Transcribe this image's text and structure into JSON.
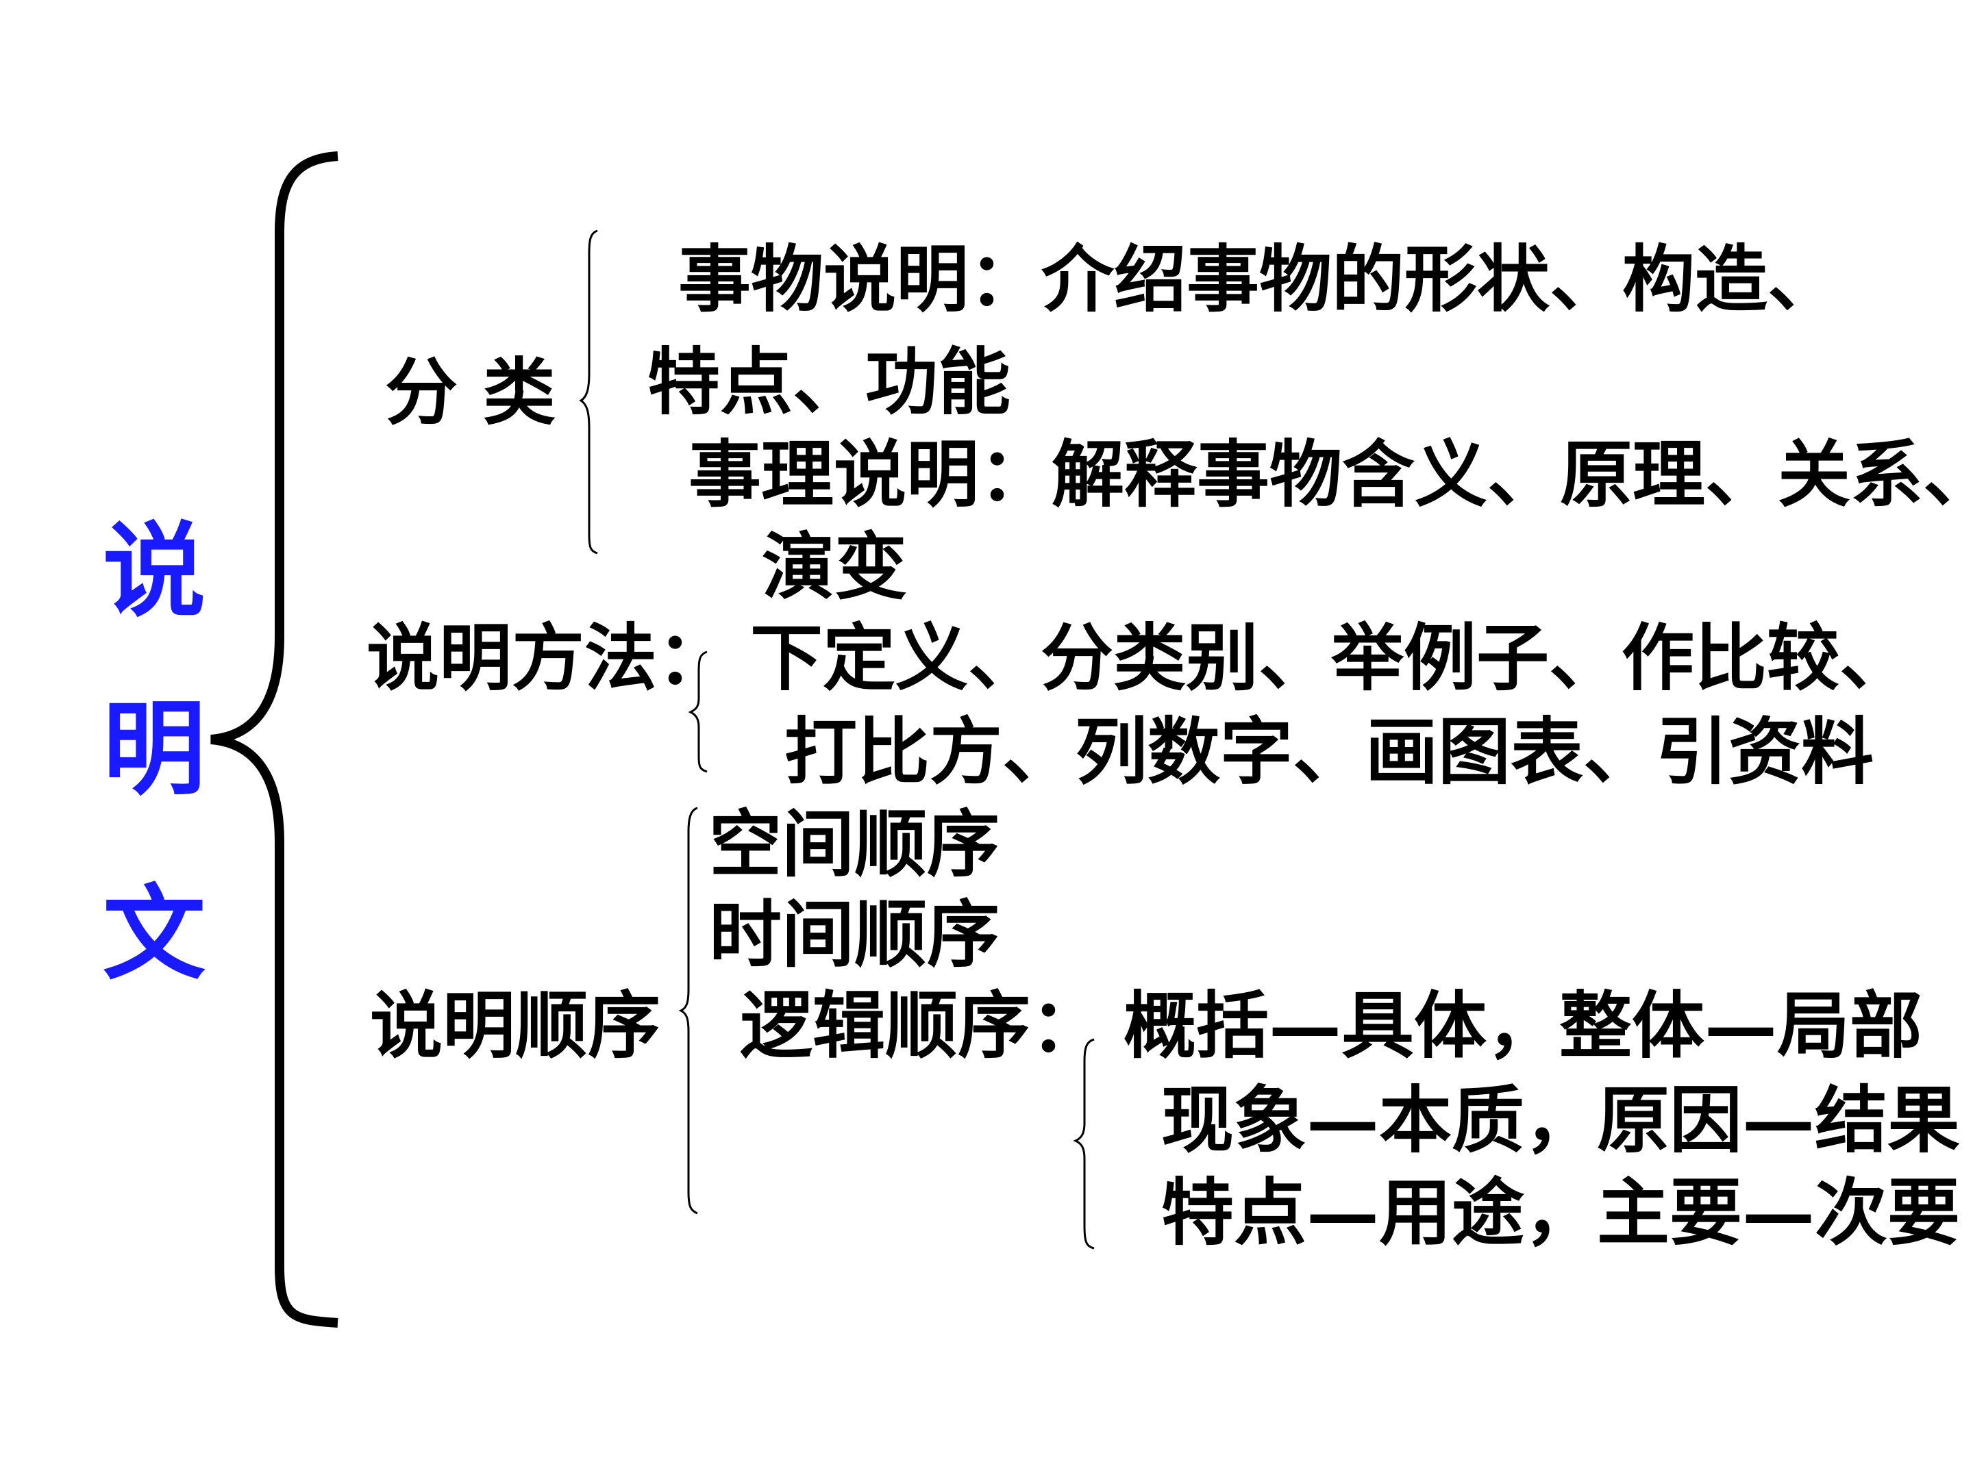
{
  "colors": {
    "title": "#1a1aff",
    "text": "#000000",
    "bracket": "#000000"
  },
  "title_chars": [
    "说",
    "明",
    "文"
  ],
  "sections": {
    "category": {
      "label": "分 类",
      "items": [
        {
          "line1": "事物说明：介绍事物的形状、构造、",
          "line2": "特点、功能"
        },
        {
          "line1": "事理说明：解释事物含义、原理、关系、",
          "line2": "演变"
        }
      ]
    },
    "methods": {
      "label": "说明方法：",
      "lines": [
        "下定义、分类别、举例子、作比较、",
        "打比方、列数字、画图表、引资料"
      ]
    },
    "order": {
      "label": "说明顺序",
      "items": [
        "空间顺序",
        "时间顺序"
      ],
      "logic": {
        "label": "逻辑顺序：",
        "lines": [
          "概括—具体，整体—局部",
          "现象—本质，原因—结果",
          "特点—用途，主要—次要"
        ]
      }
    }
  }
}
